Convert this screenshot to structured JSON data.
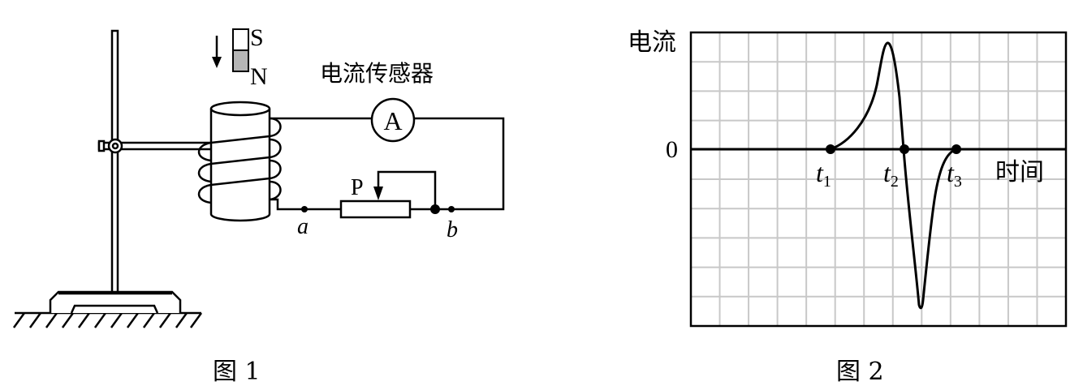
{
  "figure1": {
    "caption": "图 1",
    "sensor_label": "电流传感器",
    "ammeter_symbol": "A",
    "magnet_top_pole": "S",
    "magnet_bottom_pole": "N",
    "slider_label": "P",
    "point_a": "a",
    "point_b": "b"
  },
  "figure2": {
    "caption": "图 2",
    "y_axis_label": "电流",
    "x_axis_label": "时间",
    "zero_label": "0",
    "time_marks": [
      {
        "letter": "t",
        "sub": "1"
      },
      {
        "letter": "t",
        "sub": "2"
      },
      {
        "letter": "t",
        "sub": "3"
      }
    ],
    "grid": "on"
  }
}
